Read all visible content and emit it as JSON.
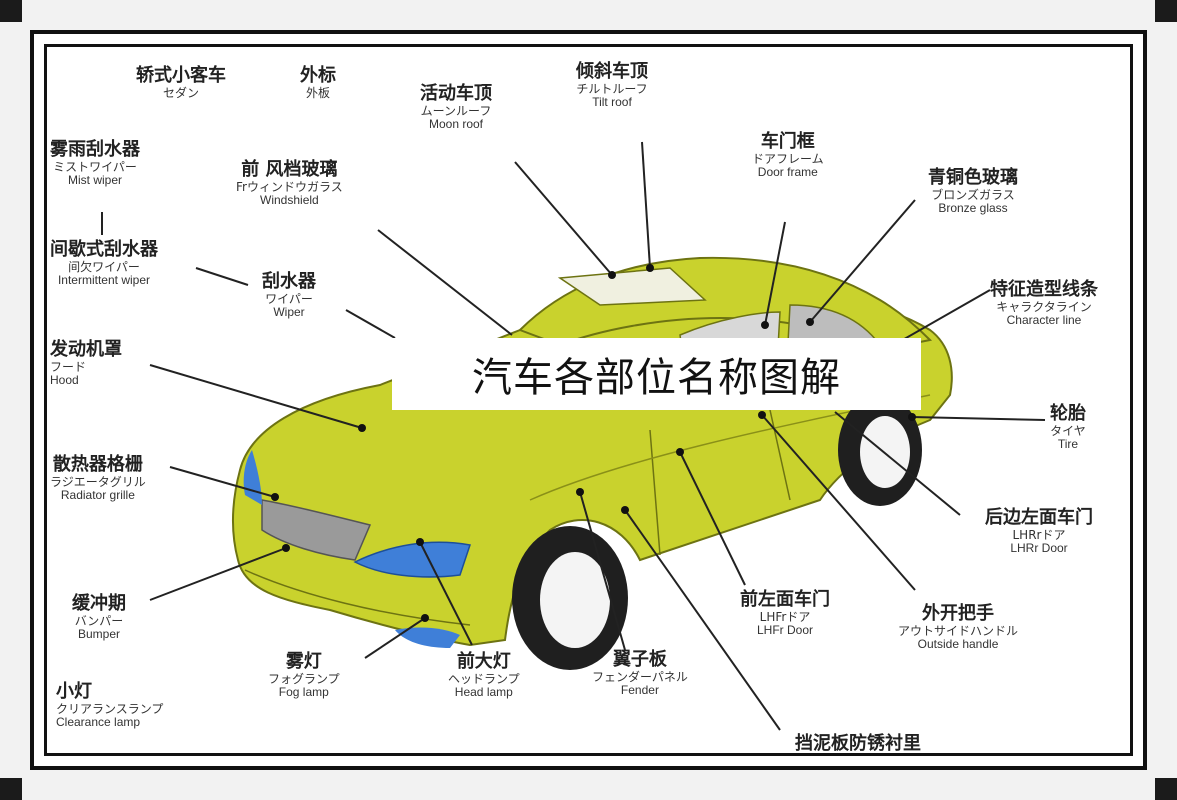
{
  "title": "汽车各部位名称图解",
  "colors": {
    "body": "#c9d22d",
    "body_shade": "#a9b21c",
    "glass": "#d8d8d8",
    "headlamp": "#3f7fd8"
  },
  "labels": {
    "sedan": {
      "zh": "轿式小客车",
      "ja": "セダン"
    },
    "exterior": {
      "zh": "外标",
      "ja": "外板"
    },
    "mist_wiper": {
      "zh": "雾雨刮水器",
      "ja": "ミストワイパー",
      "en": "Mist wiper"
    },
    "intermittent_wiper": {
      "zh": "间歇式刮水器",
      "ja": "间欠ワイパー",
      "en": "Intermittent wiper"
    },
    "wiper": {
      "zh": "刮水器",
      "ja": "ワイパー",
      "en": "Wiper"
    },
    "hood": {
      "zh": "发动机罩",
      "ja": "フード",
      "en": "Hood"
    },
    "radiator_grille": {
      "zh": "散热器格栅",
      "ja": "ラジエータグリル",
      "en": "Radiator grille"
    },
    "bumper": {
      "zh": "缓冲期",
      "ja": "バンパー",
      "en": "Bumper"
    },
    "clearance_lamp": {
      "zh": "小灯",
      "ja": "クリアランスランプ",
      "en": "Clearance lamp"
    },
    "fog_lamp": {
      "zh": "雾灯",
      "ja": "フォグランプ",
      "en": "Fog lamp"
    },
    "head_lamp": {
      "zh": "前大灯",
      "ja": "ヘッドランプ",
      "en": "Head lamp"
    },
    "fender": {
      "zh": "翼子板",
      "ja": "フェンダーパネル",
      "en": "Fender"
    },
    "mudguard": {
      "zh": "挡泥板防锈衬里"
    },
    "front_door": {
      "zh": "前左面车门",
      "ja": "LHFrドア",
      "en": "LHFr Door"
    },
    "outside_handle": {
      "zh": "外开把手",
      "ja": "アウトサイドハンドル",
      "en": "Outside handle"
    },
    "rear_door": {
      "zh": "后边左面车门",
      "ja": "LHRrドア",
      "en": "LHRr Door"
    },
    "tire": {
      "zh": "轮胎",
      "ja": "タイヤ",
      "en": "Tire"
    },
    "character_line": {
      "zh": "特征造型线条",
      "ja": "キャラクタライン",
      "en": "Character line"
    },
    "bronze_glass": {
      "zh": "青铜色玻璃",
      "ja": "ブロンズガラス",
      "en": "Bronze glass"
    },
    "door_frame": {
      "zh": "车门框",
      "ja": "ドアフレーム",
      "en": "Door frame"
    },
    "tilt_roof": {
      "zh": "倾斜车顶",
      "ja": "チルトルーフ",
      "en": "Tilt roof"
    },
    "moon_roof": {
      "zh": "活动车顶",
      "ja": "ムーンルーフ",
      "en": "Moon roof"
    },
    "windshield": {
      "zh": "前 风档玻璃",
      "ja": "Frウィンドウガラス",
      "en": "Windshield"
    }
  }
}
